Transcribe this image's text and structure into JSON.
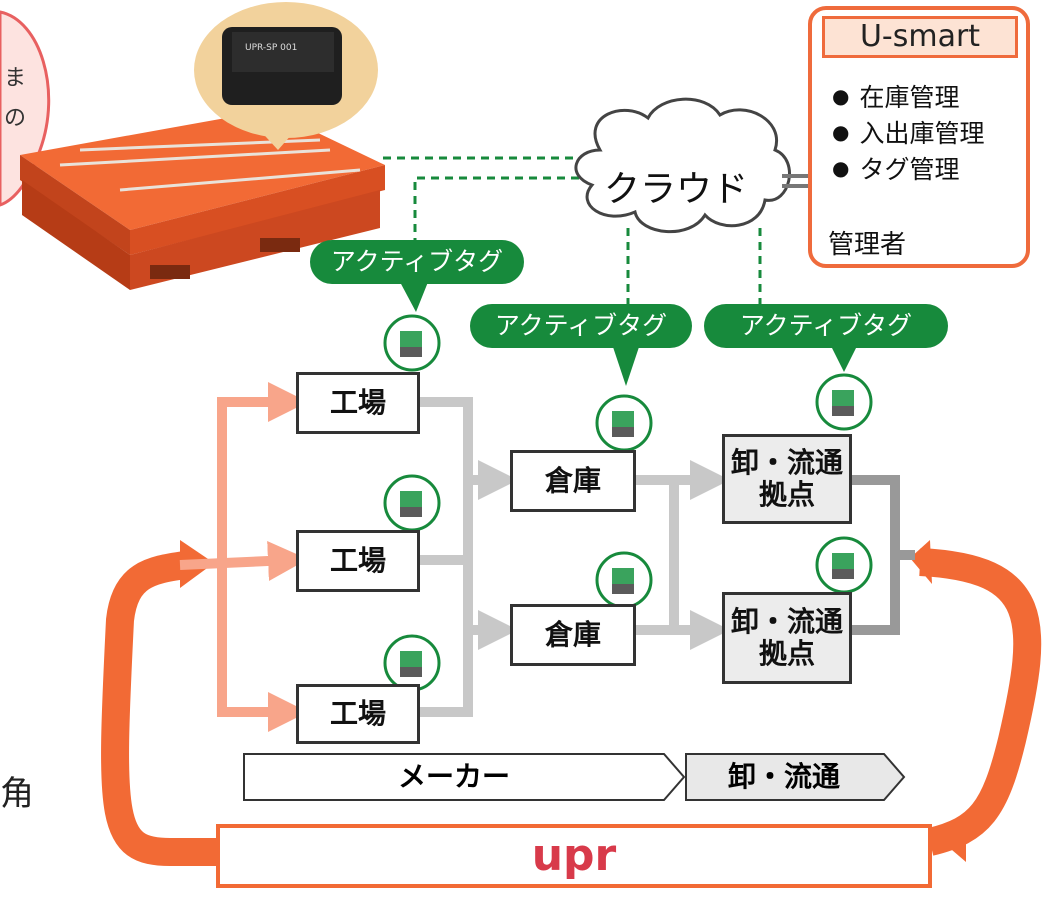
{
  "usmart": {
    "title": "U-smart",
    "features": [
      "在庫管理",
      "入出庫管理",
      "タグ管理"
    ],
    "admin_label": "管理者"
  },
  "cloud_label": "クラウド",
  "active_tag_label": "アクティブタグ",
  "nodes": {
    "factory": "工場",
    "warehouse": "倉庫",
    "distribution_hub_line1": "卸・流通",
    "distribution_hub_line2": "拠点"
  },
  "stages": {
    "maker": "メーカー",
    "distribution": "卸・流通"
  },
  "logo_text": "upr",
  "pallet_label_text": "UPR-SP 001",
  "stray_text": "角",
  "colors": {
    "tag_green": "#178a3c",
    "accent_orange": "#f26a35",
    "light_orange": "#f8a58a",
    "gray_arrow": "#c8c8c8",
    "dark_gray_arrow": "#999999",
    "pallet_orange": "#e2552a"
  }
}
